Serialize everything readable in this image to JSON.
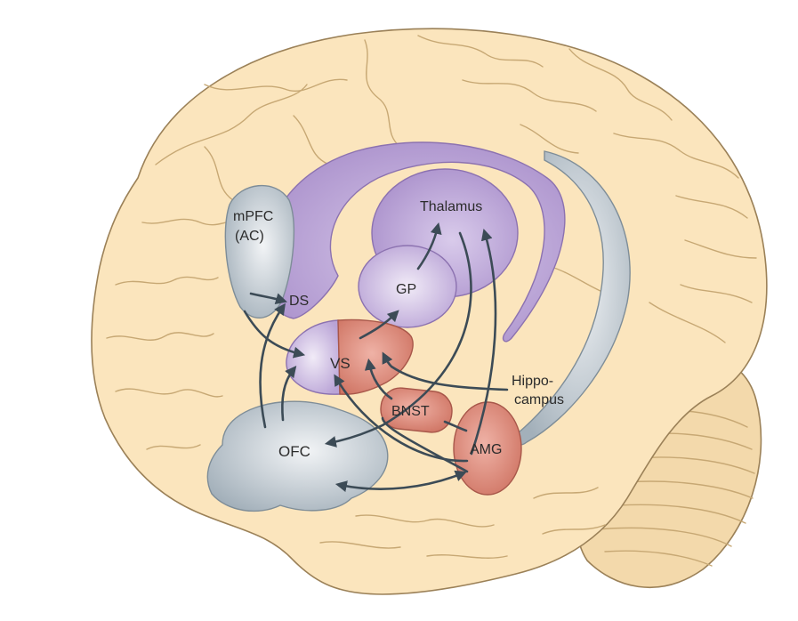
{
  "labels": {
    "mpfc_line1": "mPFC",
    "mpfc_line2": "(AC)",
    "ds": "DS",
    "thalamus": "Thalamus",
    "gp": "GP",
    "vs": "VS",
    "bnst": "BNST",
    "hippo_line1": "Hippo-",
    "hippo_line2": "campus",
    "amg": "AMG",
    "ofc": "OFC"
  },
  "colors": {
    "brain_fill": "#fbe5bd",
    "brain_outline": "#9b8158",
    "cerebellum_fill": "#f3d9ab",
    "purple": "#b79fd3",
    "purple_light": "#ddd1ec",
    "grey_blue": "#9eacb7",
    "grey_light": "#e4e9ed",
    "salmon": "#d98676",
    "arrow": "#3c4b56"
  }
}
